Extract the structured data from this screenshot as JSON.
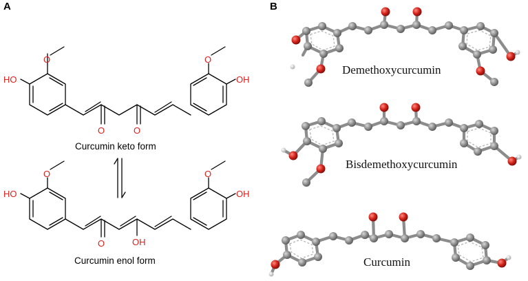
{
  "panel_a": {
    "letter": "A",
    "keto_caption": "Curcumin keto form",
    "enol_caption": "Curcumin enol form",
    "atoms": {
      "hydroxyl": "HO",
      "hydroxyl_right": "OH",
      "oxygen": "O",
      "methoxy_o": "O"
    }
  },
  "panel_b": {
    "letter": "B",
    "models": [
      {
        "label": "Demethoxycurcumin"
      },
      {
        "label": "Bisdemethoxycurcumin"
      },
      {
        "label": "Curcumin"
      }
    ]
  },
  "colors": {
    "oxygen_label": "#d8211d",
    "carbon_ball": "#8c8c8c",
    "oxygen_ball": "#c0201a",
    "hydrogen_ball": "#e6e6e6",
    "bond": "#000000"
  }
}
